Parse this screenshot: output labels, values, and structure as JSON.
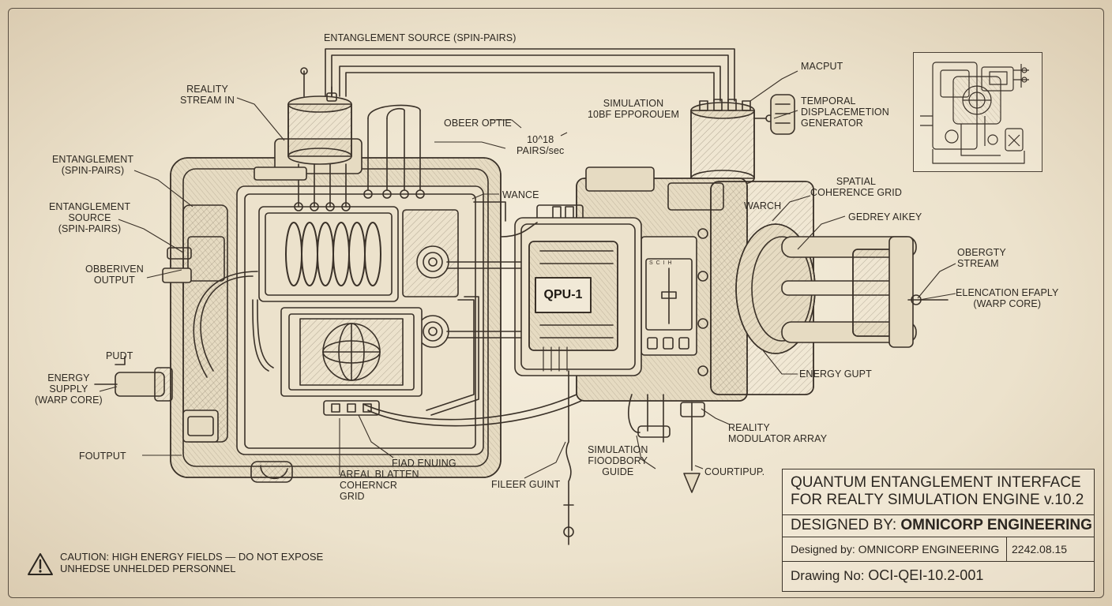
{
  "labels": {
    "entanglement_source_top": "ENTANGLEMENT SOURCE (SPIN-PAIRS)",
    "reality_stream_in": [
      "REALITY",
      "STREAM IN"
    ],
    "entanglement_spin": [
      "ENTANGLEMENT",
      "(SPIN-PAIRS)"
    ],
    "entanglement_source_left": [
      "ENTANGLEMENT",
      "SOURCE",
      "(SPIN-PAIRS)"
    ],
    "obberiven_output": [
      "OBBERIVEN",
      "OUTPUT"
    ],
    "pudt": "PUDT",
    "energy_supply_left": [
      "ENERGY",
      "SUPPLY",
      "(WARP CORE)"
    ],
    "foutput": "FOUTPUT",
    "oberr_optie": "OBEER OPTIE",
    "pairs_rate": [
      "10^18",
      "PAIRS/sec"
    ],
    "simulation_top": [
      "SIMULATION",
      "10BF EPPOROUEM"
    ],
    "wance": "WANCE",
    "qpu": "QPU-1",
    "macput": "MACPUT",
    "temporal": [
      "TEMPORAL",
      "DISPLACEMETION",
      "GENERATOR"
    ],
    "spatial": [
      "SPATIAL",
      "COHERENCE GRID"
    ],
    "warch": "WARCH",
    "gedrey": "GEDREY AIKEY",
    "obergty": [
      "OBERGTY",
      "STREAM"
    ],
    "elencation": [
      "ELENCATION EFAPLY",
      "(WARP CORE)"
    ],
    "energy_gupt": "ENERGY GUPT",
    "reality_modulator": [
      "REALITY",
      "MODULATOR ARRAY"
    ],
    "simulation_bottom": [
      "SIMULATION",
      "FIOODBORY",
      "GUIDE"
    ],
    "courtipup": "COURTIPUP.",
    "fileer_guint": "FILEER GUINT",
    "fiad_enuing": "FIAD ENUING",
    "areal": [
      "AREAL BLATTEN",
      "COHERNCR",
      "GRID"
    ],
    "panel_s": "S C I H"
  },
  "caution": [
    "CAUTION: HIGH ENERGY FIELDS — DO NOT EXPOSE",
    "UNHEDSE UNHELDED PERSONNEL"
  ],
  "title_block": {
    "title": [
      "QUANTUM ENTANGLEMENT INTERFACE",
      "FOR REALTY SIMULATION ENGINE v.10.2"
    ],
    "designed_prefix": "DESIGNED BY:",
    "designed_name": "OMNICORP ENGINEERING",
    "designed_small": "Designed by: OMNICORP ENGINEERING",
    "date": "2242.08.15",
    "drawing_prefix": "Drawing No:",
    "drawing_no": "OCI-QEI-10.2-001"
  }
}
